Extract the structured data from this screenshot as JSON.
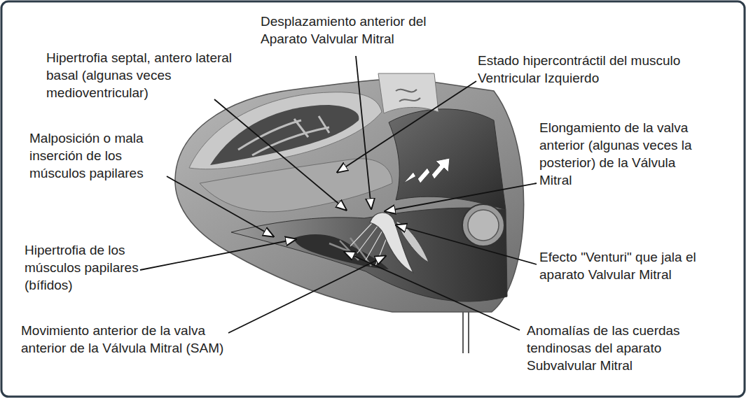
{
  "diagram": {
    "labels": [
      "Desplazamiento anterior del Aparato Valvular Mitral",
      "Hipertrofia septal, antero lateral basal (algunas veces medioventricular)",
      "Estado hipercontráctil del musculo Ventricular Izquierdo",
      "Elongamiento de la valva anterior (algunas veces la posterior) de la Válvula Mitral",
      "Malposición o mala inserción de los músculos papilares",
      "Hipertrofia de los músculos papilares (bífidos)",
      "Efecto \"Venturi\" que jala el aparato Valvular Mitral",
      "Movimiento anterior de la valva anterior de la Válvula Mitral (SAM)",
      "Anomalías de las cuerdas tendinosas del aparato Subvalvular Mitral"
    ]
  }
}
